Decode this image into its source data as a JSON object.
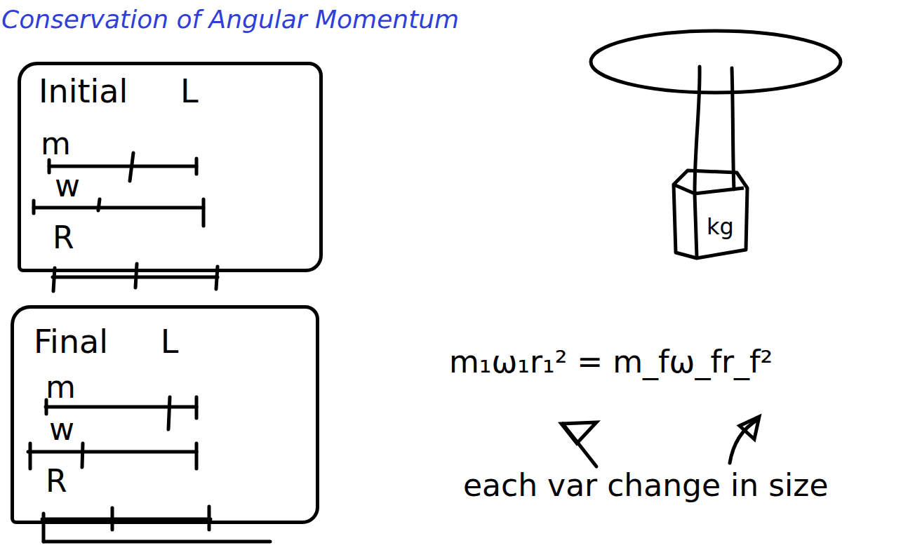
{
  "diagram": {
    "title": "Conservation of Angular Momentum",
    "nodes": [
      {
        "text": [
          "Initial L",
          "m",
          "w",
          "R"
        ]
      },
      {
        "text": [
          "Final L",
          "m",
          "w",
          "R"
        ]
      },
      {
        "text": [
          "kg"
        ]
      }
    ],
    "labels": [
      "m₁ω₁r₁² = m_fω_fr_f²",
      "each var change in size"
    ]
  }
}
